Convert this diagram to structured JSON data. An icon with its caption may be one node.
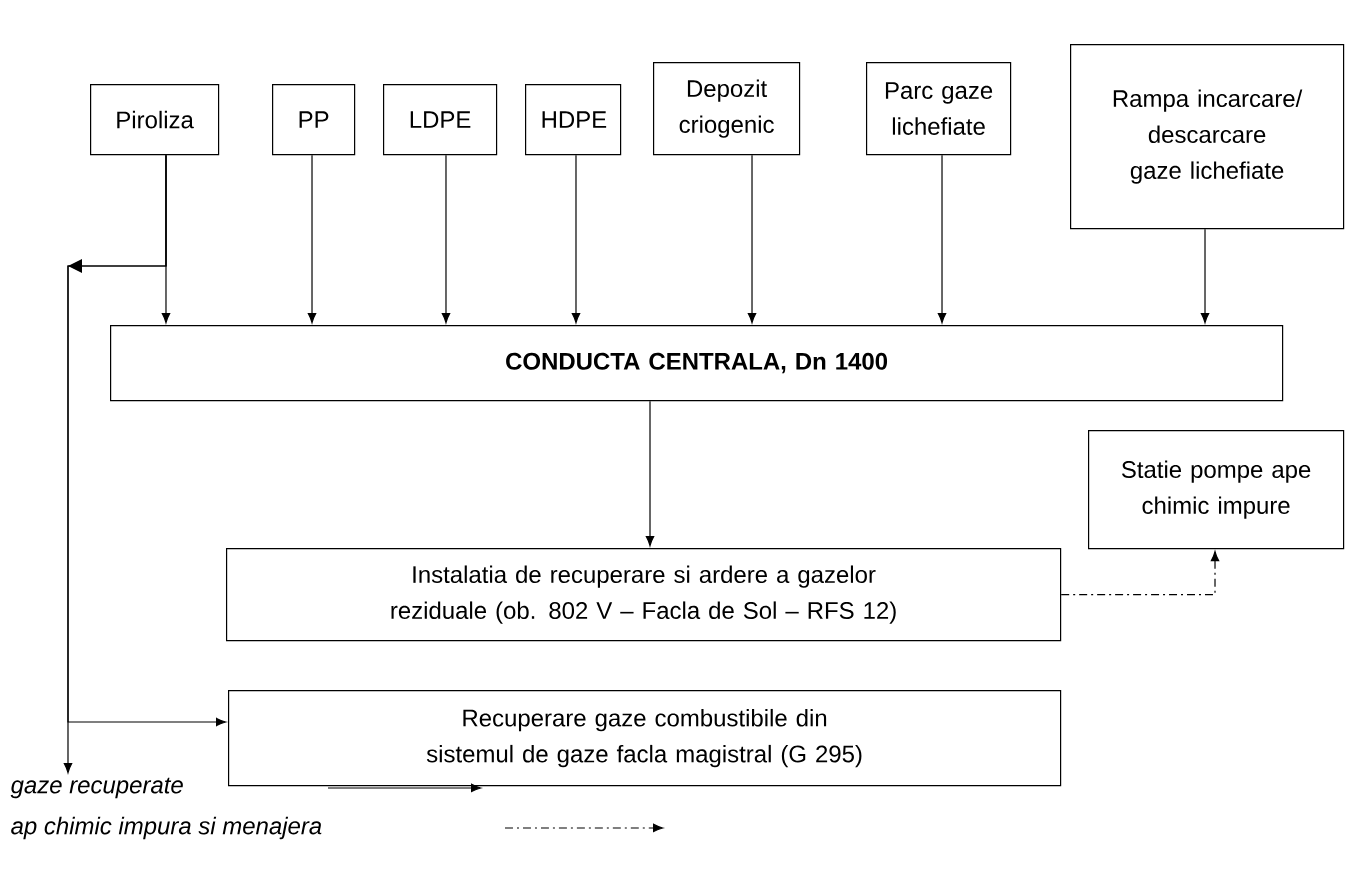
{
  "diagram": {
    "nodes": [
      {
        "text": [
          "Piroliza"
        ]
      },
      {
        "text": [
          "PP"
        ]
      },
      {
        "text": [
          "LDPE"
        ]
      },
      {
        "text": [
          "HDPE"
        ]
      },
      {
        "text": [
          "Depozit criogenic"
        ]
      },
      {
        "text": [
          "Parc gaze lichefiate"
        ]
      },
      {
        "text": [
          "Rampa incarcare/ descarcare gaze lichefiate"
        ]
      },
      {
        "text": [
          "CONDUCTA CENTRALA, Dn 1400"
        ]
      },
      {
        "text": [
          "Statie pompe ape chimic impure"
        ]
      },
      {
        "text": [
          "Instalatia de recuperare si ardere a gazelor reziduale (ob. 802 V – Facla de Sol – RFS 12)"
        ]
      },
      {
        "text": [
          "Recuperare gaze combustibile din sistemul de gaze facla magistral (G 295)"
        ]
      }
    ],
    "edges": [
      {
        "from": 0,
        "to": 7,
        "arrow": "to"
      },
      {
        "from": 1,
        "to": 7,
        "arrow": "to"
      },
      {
        "from": 2,
        "to": 7,
        "arrow": "to"
      },
      {
        "from": 3,
        "to": 7,
        "arrow": "to"
      },
      {
        "from": 4,
        "to": 7,
        "arrow": "to"
      },
      {
        "from": 5,
        "to": 7,
        "arrow": "to"
      },
      {
        "from": 6,
        "to": 7,
        "arrow": "to"
      },
      {
        "from": 7,
        "to": 9,
        "arrow": "to"
      },
      {
        "from": 9,
        "to": 8,
        "arrow": "to",
        "style": "dashed"
      },
      {
        "from": 0,
        "to": 10,
        "arrow": "to"
      },
      {
        "from": 0,
        "to": null,
        "arrow": "to"
      }
    ],
    "legend": [
      {
        "text": "gaze recuperate"
      },
      {
        "text": "ap chimic impura si menajera"
      }
    ]
  }
}
